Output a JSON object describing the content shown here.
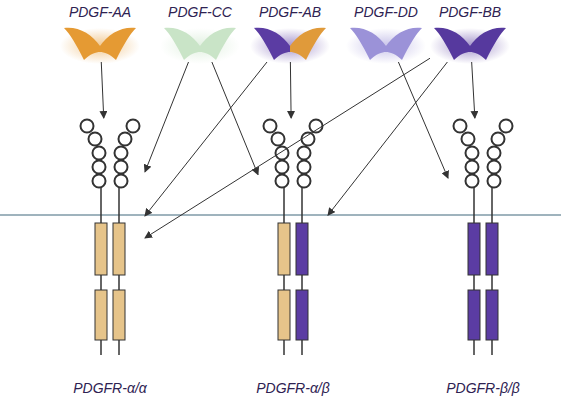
{
  "diagram": {
    "nodes": [
      {
        "text": [
          "PDGF-AA"
        ]
      },
      {
        "text": [
          "PDGF-CC"
        ]
      },
      {
        "text": [
          "PDGF-AB"
        ]
      },
      {
        "text": [
          "PDGF-DD"
        ]
      },
      {
        "text": [
          "PDGF-BB"
        ]
      },
      {
        "text": [
          "PDGFR-α/α"
        ]
      },
      {
        "text": [
          "PDGFR-α/β"
        ]
      },
      {
        "text": [
          "PDGFR-β/β"
        ]
      }
    ],
    "edges": [
      {
        "from": 0,
        "to": 5,
        "arrow": "to"
      },
      {
        "from": 1,
        "to": 5,
        "arrow": "to"
      },
      {
        "from": 1,
        "to": 6,
        "arrow": "to"
      },
      {
        "from": 2,
        "to": 5,
        "arrow": "to"
      },
      {
        "from": 2,
        "to": 6,
        "arrow": "to"
      },
      {
        "from": 3,
        "to": 7,
        "arrow": "to"
      },
      {
        "from": 4,
        "to": 5,
        "arrow": "to"
      },
      {
        "from": 4,
        "to": 6,
        "arrow": "to"
      },
      {
        "from": 4,
        "to": 7,
        "arrow": "to"
      }
    ]
  }
}
